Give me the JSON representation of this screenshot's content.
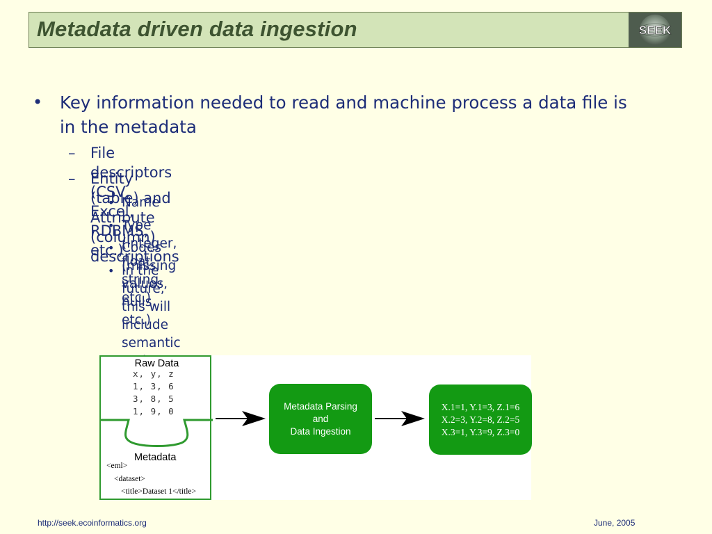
{
  "title": "Metadata driven data ingestion",
  "logo_text": "SEEK",
  "bullets": {
    "main_line1": "Key information needed to read and machine process a data file is",
    "main_line2": "in the metadata",
    "sub": [
      "File descriptors (CSV, Excel, RDBMS, etc.)",
      "Entity (table) and Attribute (column) descriptions"
    ],
    "subsub": [
      "Name",
      "Type (integer, float, string, etc.)",
      "Codes (missing values, nulls, etc.)",
      "In the future, this will include semantic typing"
    ]
  },
  "diagram": {
    "raw_title": "Raw Data",
    "raw_lines": [
      "x, y, z",
      "1, 3, 6",
      "3, 8, 5",
      "1, 9, 0"
    ],
    "metadata_label": "Metadata",
    "eml_lines": [
      "<eml>",
      "<dataset>",
      "<title>Dataset 1</title>"
    ],
    "parsing_lines": [
      "Metadata Parsing",
      "and",
      "Data Ingestion"
    ],
    "output_lines": [
      "X.1=1, Y.1=3, Z.1=6",
      "X.2=3, Y.2=8, Z.2=5",
      "X.3=1, Y.3=9, Z.3=0"
    ]
  },
  "footer": {
    "url": "http://seek.ecoinformatics.org",
    "date": "June, 2005"
  },
  "colors": {
    "background": "#ffffe6",
    "title_bar": "#d3e4b8",
    "title_text": "#3e5431",
    "body_text": "#1d2d78",
    "diagram_green": "#139a13"
  }
}
